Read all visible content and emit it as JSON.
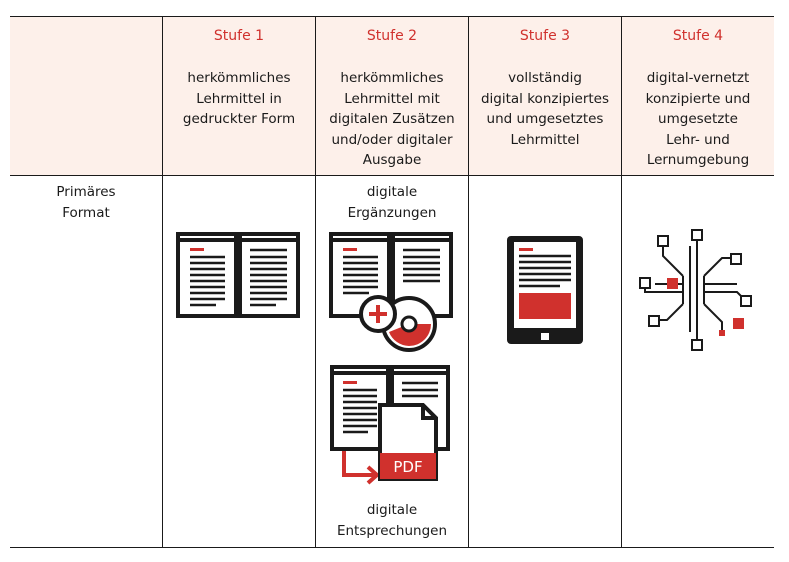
{
  "header": {
    "columns": [
      {
        "stufe": "Stufe 1",
        "desc": [
          "herkömmliches",
          "Lehrmittel in",
          "gedruckter Form"
        ]
      },
      {
        "stufe": "Stufe 2",
        "desc": [
          "herkömmliches",
          "Lehrmittel mit",
          "digitalen Zusätzen",
          "und/oder digitaler",
          "Ausgabe"
        ]
      },
      {
        "stufe": "Stufe 3",
        "desc": [
          "vollständig",
          "digital konzipiertes",
          "und umgesetztes",
          "Lehrmittel"
        ]
      },
      {
        "stufe": "Stufe 4",
        "desc": [
          "digital-vernetzt",
          "konzipierte und",
          "umgesetzte",
          "Lehr- und",
          "Lernumgebung"
        ]
      }
    ]
  },
  "row": {
    "label": [
      "Primäres",
      "Format"
    ],
    "stufe2_top_caption": [
      "digitale",
      "Ergänzungen"
    ],
    "stufe2_bottom_caption": [
      "digitale",
      "Entsprechungen"
    ],
    "pdf_label": "PDF"
  },
  "colors": {
    "accent": "#d0312d",
    "header_bg": "#fdf0ea",
    "ink": "#1a1a1a"
  },
  "icons": [
    "printed-book-icon",
    "book-with-cd-icon",
    "book-to-pdf-icon",
    "tablet-icon",
    "network-icon"
  ]
}
